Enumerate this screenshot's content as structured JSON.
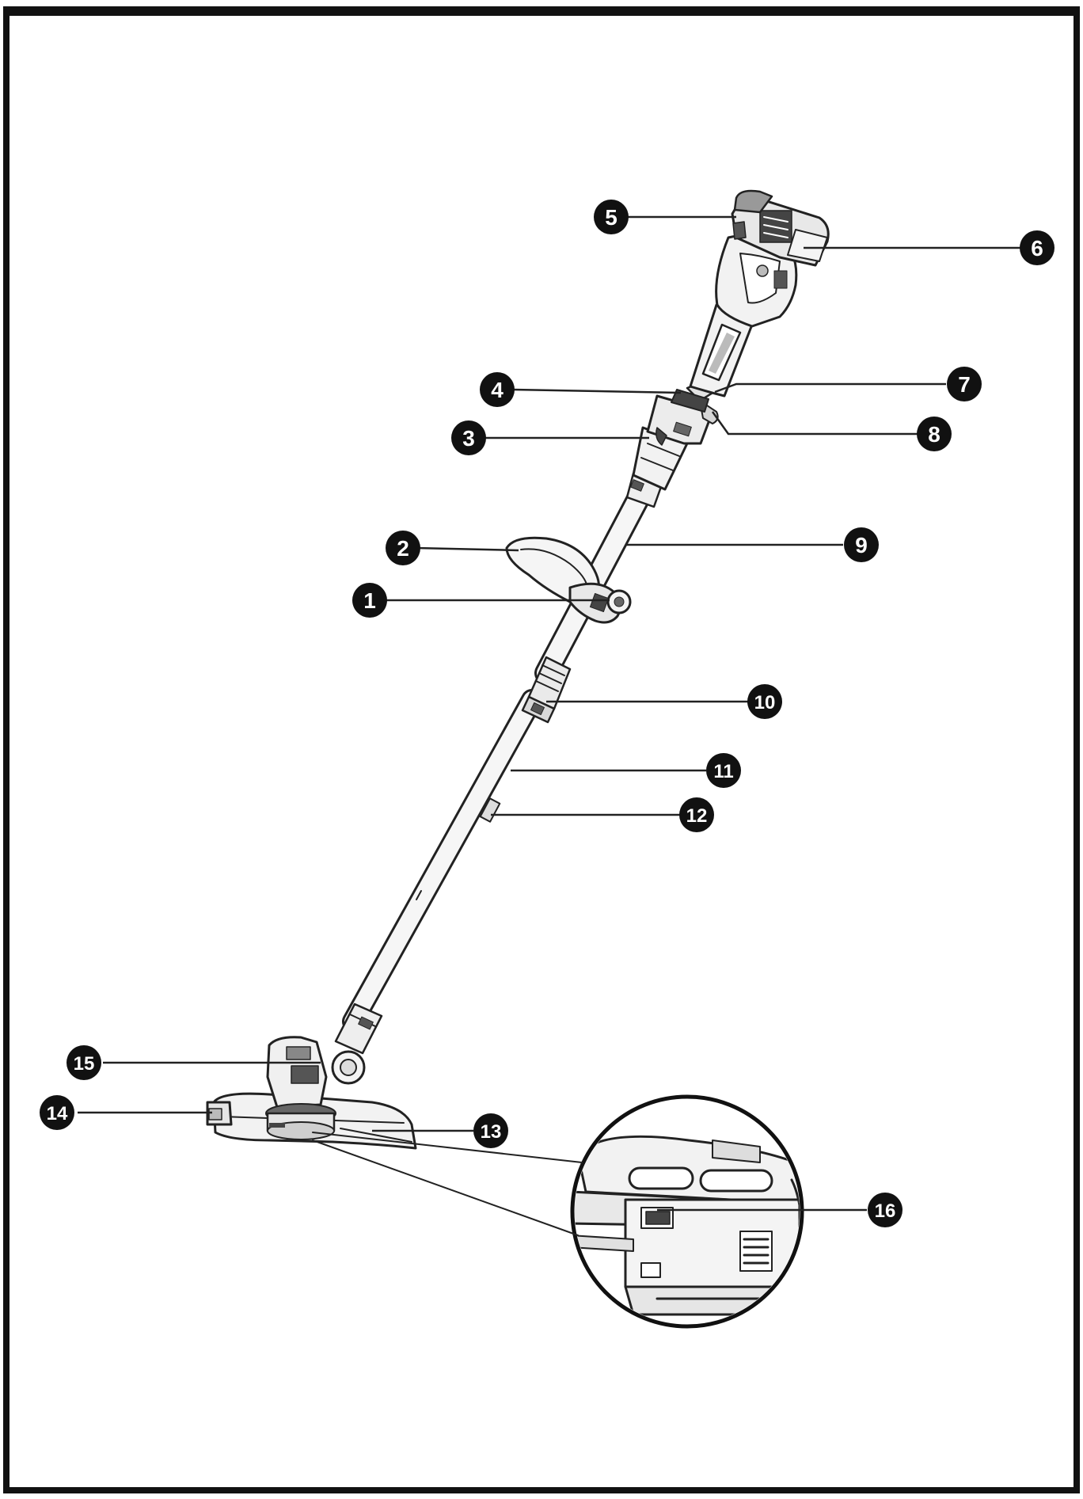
{
  "diagram": {
    "callouts": [
      {
        "id": "1",
        "label": "1"
      },
      {
        "id": "2",
        "label": "2"
      },
      {
        "id": "3",
        "label": "3"
      },
      {
        "id": "4",
        "label": "4"
      },
      {
        "id": "5",
        "label": "5"
      },
      {
        "id": "6",
        "label": "6"
      },
      {
        "id": "7",
        "label": "7"
      },
      {
        "id": "8",
        "label": "8"
      },
      {
        "id": "9",
        "label": "9"
      },
      {
        "id": "10",
        "label": "10"
      },
      {
        "id": "11",
        "label": "11"
      },
      {
        "id": "12",
        "label": "12"
      },
      {
        "id": "13",
        "label": "13"
      },
      {
        "id": "14",
        "label": "14"
      },
      {
        "id": "15",
        "label": "15"
      },
      {
        "id": "16",
        "label": "16"
      }
    ]
  },
  "colors": {
    "ink": "#111111",
    "line": "#222222",
    "part_fill": "#f2f2f2",
    "part_dark": "#555555",
    "callout_fill": "#111111",
    "callout_text": "#ffffff"
  }
}
